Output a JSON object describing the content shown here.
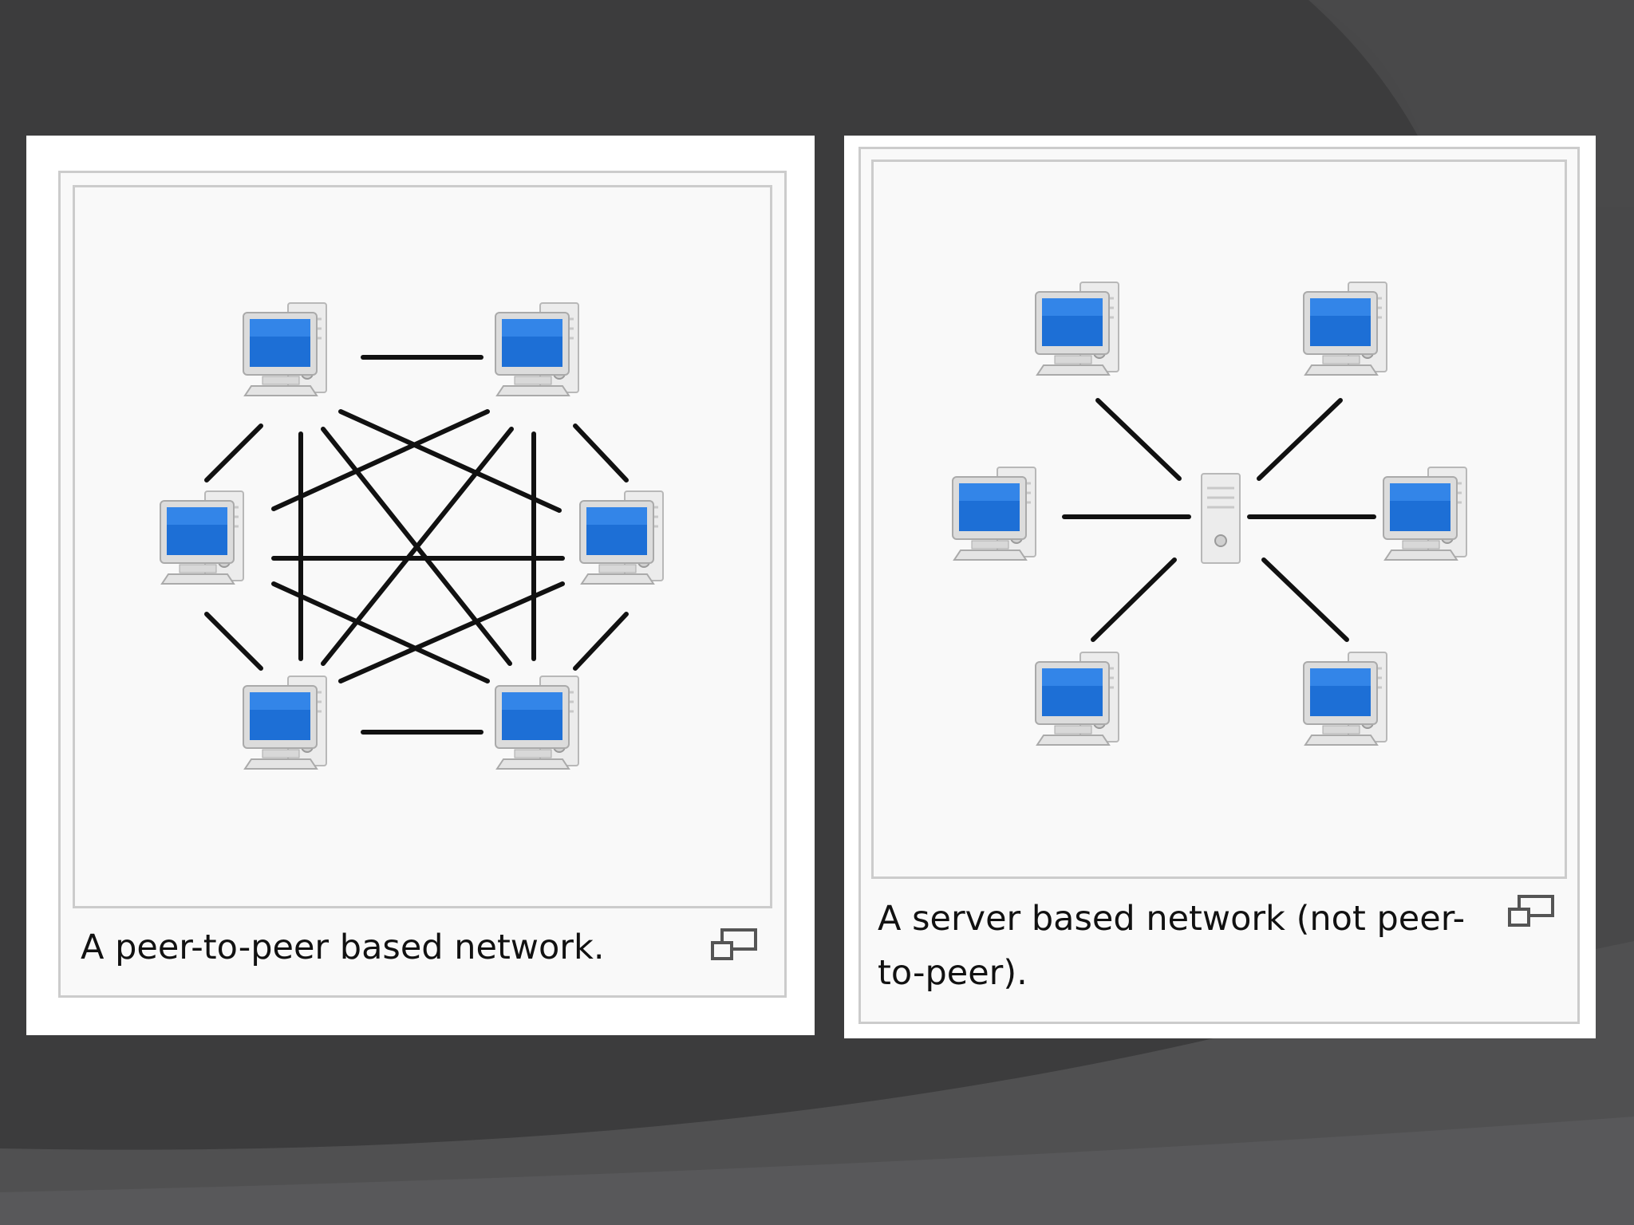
{
  "figures": [
    {
      "caption": "A peer-to-peer based network.",
      "topology": "mesh",
      "node_count": 6,
      "icons": [
        "workstation-icon",
        "magnify-clip-icon"
      ]
    },
    {
      "caption": "A server based network (not peer-to-peer).",
      "topology": "star",
      "node_count": 6,
      "hub": "server",
      "icons": [
        "workstation-icon",
        "server-icon",
        "magnify-clip-icon"
      ]
    }
  ],
  "colors": {
    "background": "#3c3c3d",
    "panel": "#ffffff",
    "frame_border": "#cccccc",
    "screen_blue": "#1d6fd6",
    "link": "#111111"
  }
}
